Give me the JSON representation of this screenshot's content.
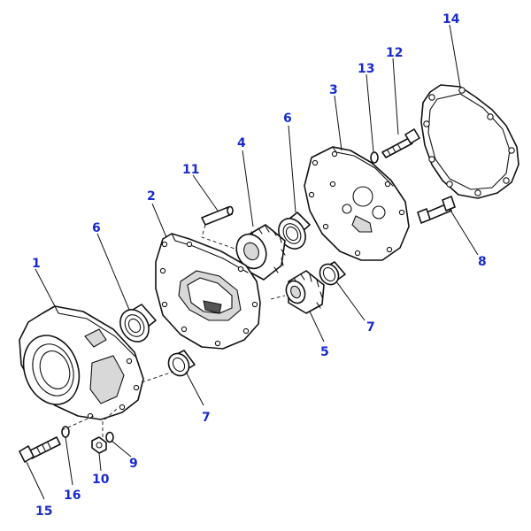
{
  "colors": {
    "callout": "#1a2bcc",
    "line": "#111111"
  },
  "callouts": [
    "1",
    "2",
    "3",
    "4",
    "5",
    "6",
    "6",
    "7",
    "7",
    "8",
    "9",
    "10",
    "11",
    "12",
    "13",
    "14",
    "15",
    "16"
  ]
}
